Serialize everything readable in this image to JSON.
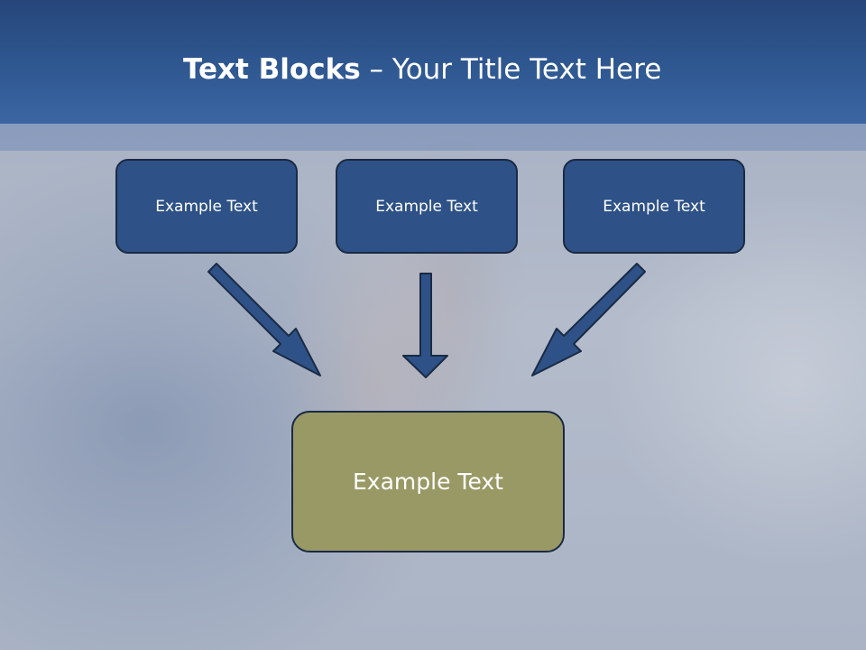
{
  "slide": {
    "title_bold": "Text Blocks",
    "title_dash": " – ",
    "title_rest": "Your Title Text Here",
    "top_boxes": [
      {
        "label": "Example Text"
      },
      {
        "label": "Example Text"
      },
      {
        "label": "Example Text"
      }
    ],
    "bottom_box": {
      "label": "Example Text"
    },
    "colors": {
      "header": "#2f5891",
      "box_fill": "#2e5287",
      "bottom_fill": "#999966",
      "arrow_fill": "#2e5287",
      "outline": "#1a2a44"
    },
    "background_image": "woman-in-water-splash-photo"
  }
}
